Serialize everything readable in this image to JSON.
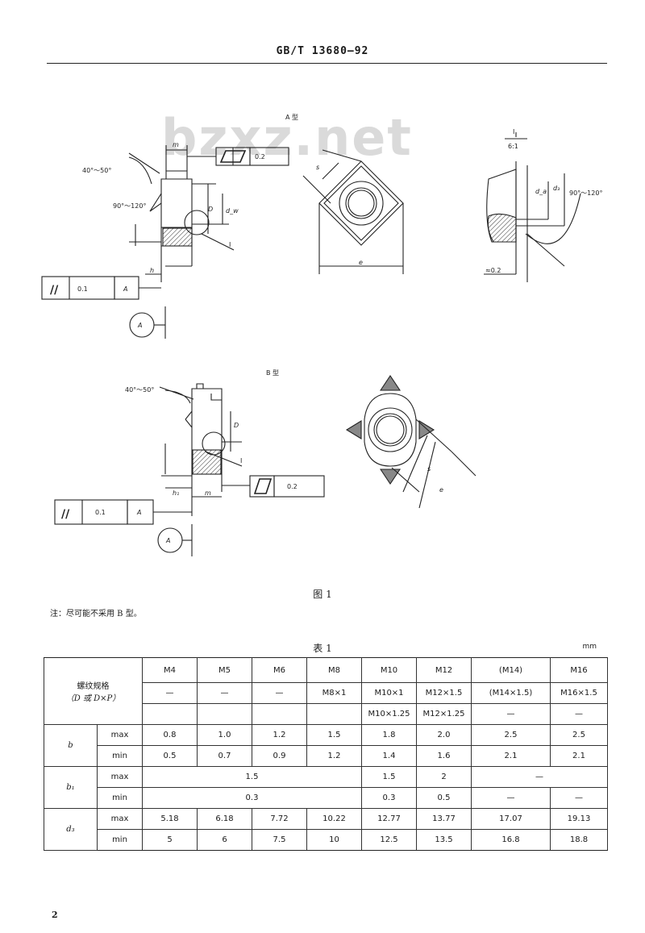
{
  "header": {
    "standard_code": "GB/T 13680—92"
  },
  "watermark": "bzxz.net",
  "figure": {
    "type_a_label": "A 型",
    "type_b_label": "B 型",
    "detail_label": "I",
    "detail_scale": "6:1",
    "angle_40_50": "40°～50°",
    "angle_90_120": "90°～120°",
    "flatness_value": "0.2",
    "parallel_value": "0.1",
    "datum_a": "A",
    "dim_m": "m",
    "dim_h": "h",
    "dim_h1": "h₁",
    "dim_d": "D",
    "dim_dw": "d_w",
    "dim_s": "s",
    "dim_e": "e",
    "dim_i": "I",
    "dim_da": "d_a",
    "dim_d3": "d₃",
    "radius": "≈0.2",
    "caption": "图 1"
  },
  "note": "注：尽可能不采用 B 型。",
  "table": {
    "caption": "表 1",
    "unit": "mm",
    "spec_label_line1": "螺纹规格",
    "spec_label_line2": "（D 或 D×P）",
    "sizes_row1": [
      "M4",
      "M5",
      "M6",
      "M8",
      "M10",
      "M12",
      "(M14)",
      "M16"
    ],
    "sizes_row2": [
      "—",
      "—",
      "—",
      "M8×1",
      "M10×1",
      "M12×1.5",
      "(M14×1.5)",
      "M16×1.5"
    ],
    "sizes_row3": [
      "",
      "",
      "",
      "",
      "M10×1.25",
      "M12×1.25",
      "—",
      "—"
    ],
    "b_label": "b",
    "b_max": [
      "0.8",
      "1.0",
      "1.2",
      "1.5",
      "1.8",
      "2.0",
      "2.5",
      "2.5"
    ],
    "b_min": [
      "0.5",
      "0.7",
      "0.9",
      "1.2",
      "1.4",
      "1.6",
      "2.1",
      "2.1"
    ],
    "b1_label": "b₁",
    "b1_max_merged": "1.5",
    "b1_max": [
      "1.5",
      "2",
      "—"
    ],
    "b1_min_merged": "0.3",
    "b1_min": [
      "0.3",
      "0.5",
      "—",
      "—"
    ],
    "d3_label": "d₃",
    "d3_max": [
      "5.18",
      "6.18",
      "7.72",
      "10.22",
      "12.77",
      "13.77",
      "17.07",
      "19.13"
    ],
    "d3_min": [
      "5",
      "6",
      "7.5",
      "10",
      "12.5",
      "13.5",
      "16.8",
      "18.8"
    ],
    "max_label": "max",
    "min_label": "min"
  },
  "page_number": "2"
}
